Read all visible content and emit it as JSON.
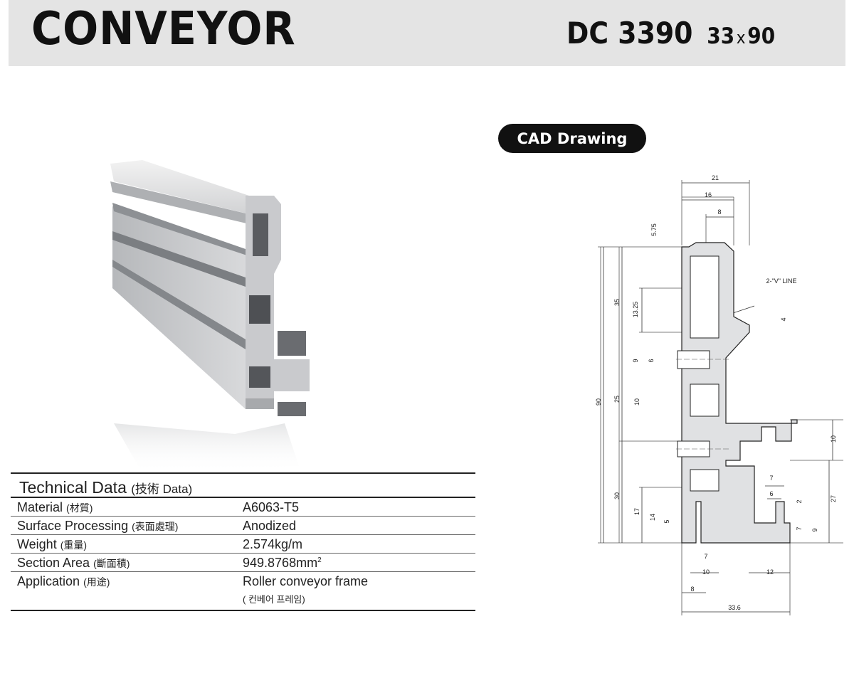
{
  "header": {
    "brand": "CONVEYOR",
    "model": "DC 3390",
    "size_w": "33",
    "size_x": "x",
    "size_h": "90"
  },
  "cad": {
    "badge": "CAD Drawing",
    "dims": {
      "d21": "21",
      "d16": "16",
      "d8top": "8",
      "d575": "5.75",
      "d35": "35",
      "d1325": "13.25",
      "d90": "90",
      "d25": "25",
      "d9": "9",
      "d6": "6",
      "d10a": "10",
      "d30": "30",
      "d17": "17",
      "d14": "14",
      "d5": "5",
      "v_line": "2-\"V\" LINE",
      "d4": "4",
      "d10r": "10",
      "d27": "27",
      "d7top": "7",
      "d6mid": "6",
      "d2": "2",
      "d7r": "7",
      "d9r": "9",
      "d7b": "7",
      "d10b": "10",
      "d12": "12",
      "d8b": "8",
      "d336": "33.6"
    }
  },
  "tech": {
    "title": "Technical Data",
    "title_sub": "(技術 Data)",
    "rows": [
      {
        "label": "Material",
        "han": "(材質)",
        "value": "A6063-T5"
      },
      {
        "label": "Surface Processing",
        "han": "(表面處理)",
        "value": "Anodized"
      },
      {
        "label": "Weight",
        "han": "(重量)",
        "value": "2.574kg/m"
      },
      {
        "label": "Section Area",
        "han": "(斷面積)",
        "value": "949.8768mm",
        "sup": "2"
      },
      {
        "label": "Application",
        "han": "(用途)",
        "value": "Roller conveyor frame",
        "note": "( 컨베어 프레임)"
      }
    ]
  }
}
